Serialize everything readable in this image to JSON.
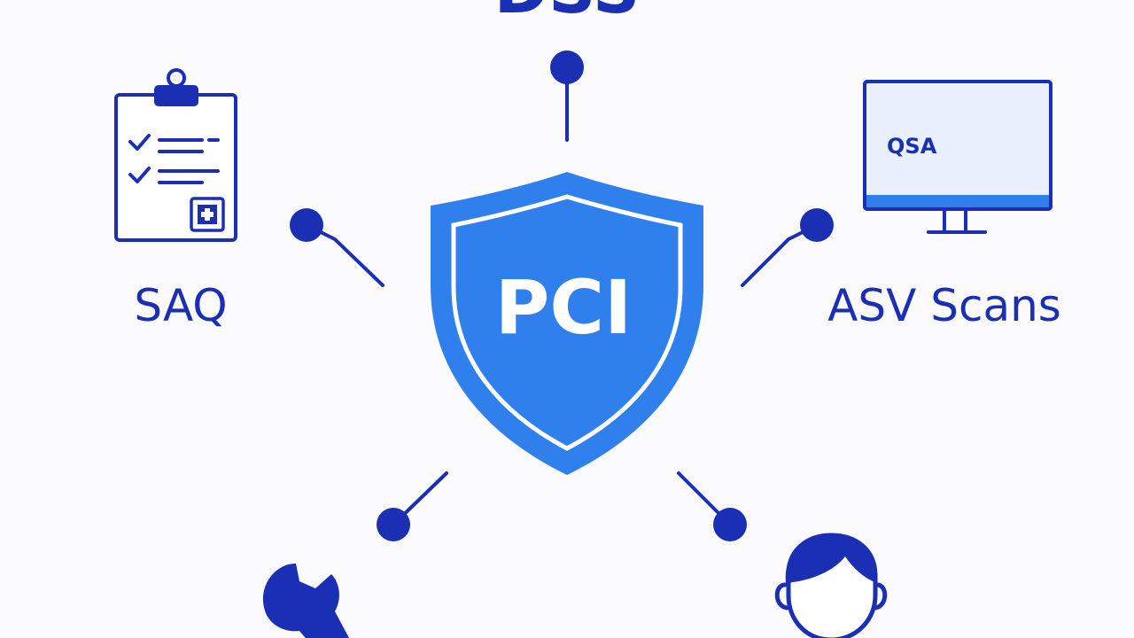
{
  "diagram": {
    "top_label": "DSS",
    "center_label": "PCI",
    "nodes": {
      "saq": {
        "label": "SAQ"
      },
      "asv": {
        "label": "ASV Scans",
        "screen_text": "QSA"
      }
    }
  },
  "colors": {
    "primary": "#1a2fb4",
    "shield": "#2f80ed",
    "shield_inner_stroke": "#ffffff",
    "monitor_screen": "#e9effc",
    "background": "#fbfbfd"
  },
  "icons": [
    "clipboard-checklist-icon",
    "monitor-icon",
    "wrench-icon",
    "person-icon",
    "shield-icon"
  ]
}
